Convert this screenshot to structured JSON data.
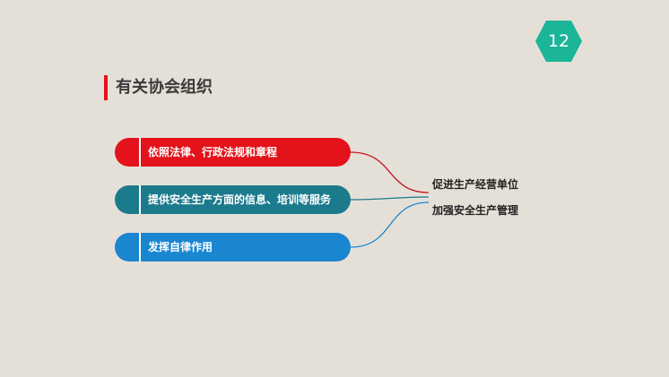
{
  "page": {
    "number": "12"
  },
  "slide": {
    "title": "有关协会组织"
  },
  "items": [
    {
      "label": "依照法律、行政法规和章程"
    },
    {
      "label": "提供安全生产方面的信息、培训等服务"
    },
    {
      "label": "发挥自律作用"
    }
  ],
  "goals": [
    {
      "label": "促进生产经营单位"
    },
    {
      "label": "加强安全生产管理"
    }
  ],
  "colors": {
    "background": "#e5e0d7",
    "accent_red": "#e3121b",
    "accent_teal": "#1b7b8d",
    "accent_blue": "#1a86d0",
    "badge_green": "#1bb598"
  }
}
